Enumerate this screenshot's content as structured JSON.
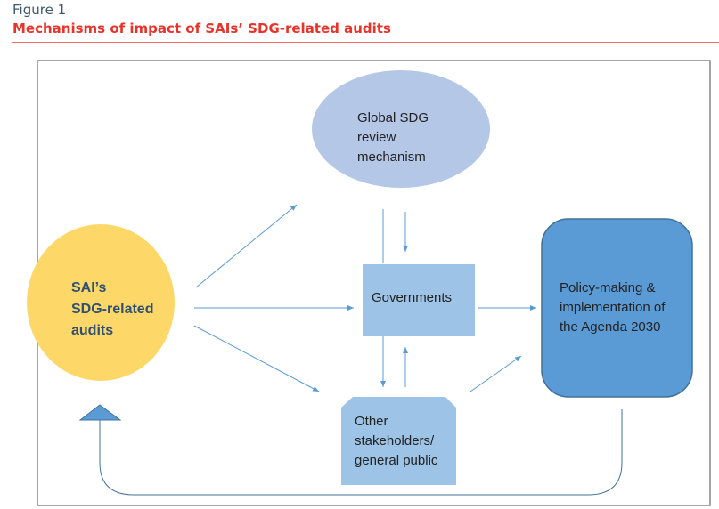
{
  "figure_label": "Figure 1",
  "title": "Mechanisms of impact of SAIs’ SDG-related audits",
  "nodes": {
    "sai": [
      "SAI’s",
      "SDG-related",
      "audits"
    ],
    "global": [
      "Global SDG",
      "review",
      "mechanism"
    ],
    "governments": "Governments",
    "others": [
      "Other",
      "stakeholders/",
      "general public"
    ],
    "policy": [
      "Policy-making &",
      "implementation of",
      "the Agenda 2030"
    ]
  },
  "colors": {
    "title": "#e8332a",
    "sai": "#fdd868",
    "global": "#b4c7e7",
    "governments": "#9dc3e6",
    "policy": "#5b9bd5",
    "arrow": "#5b9bd5"
  }
}
